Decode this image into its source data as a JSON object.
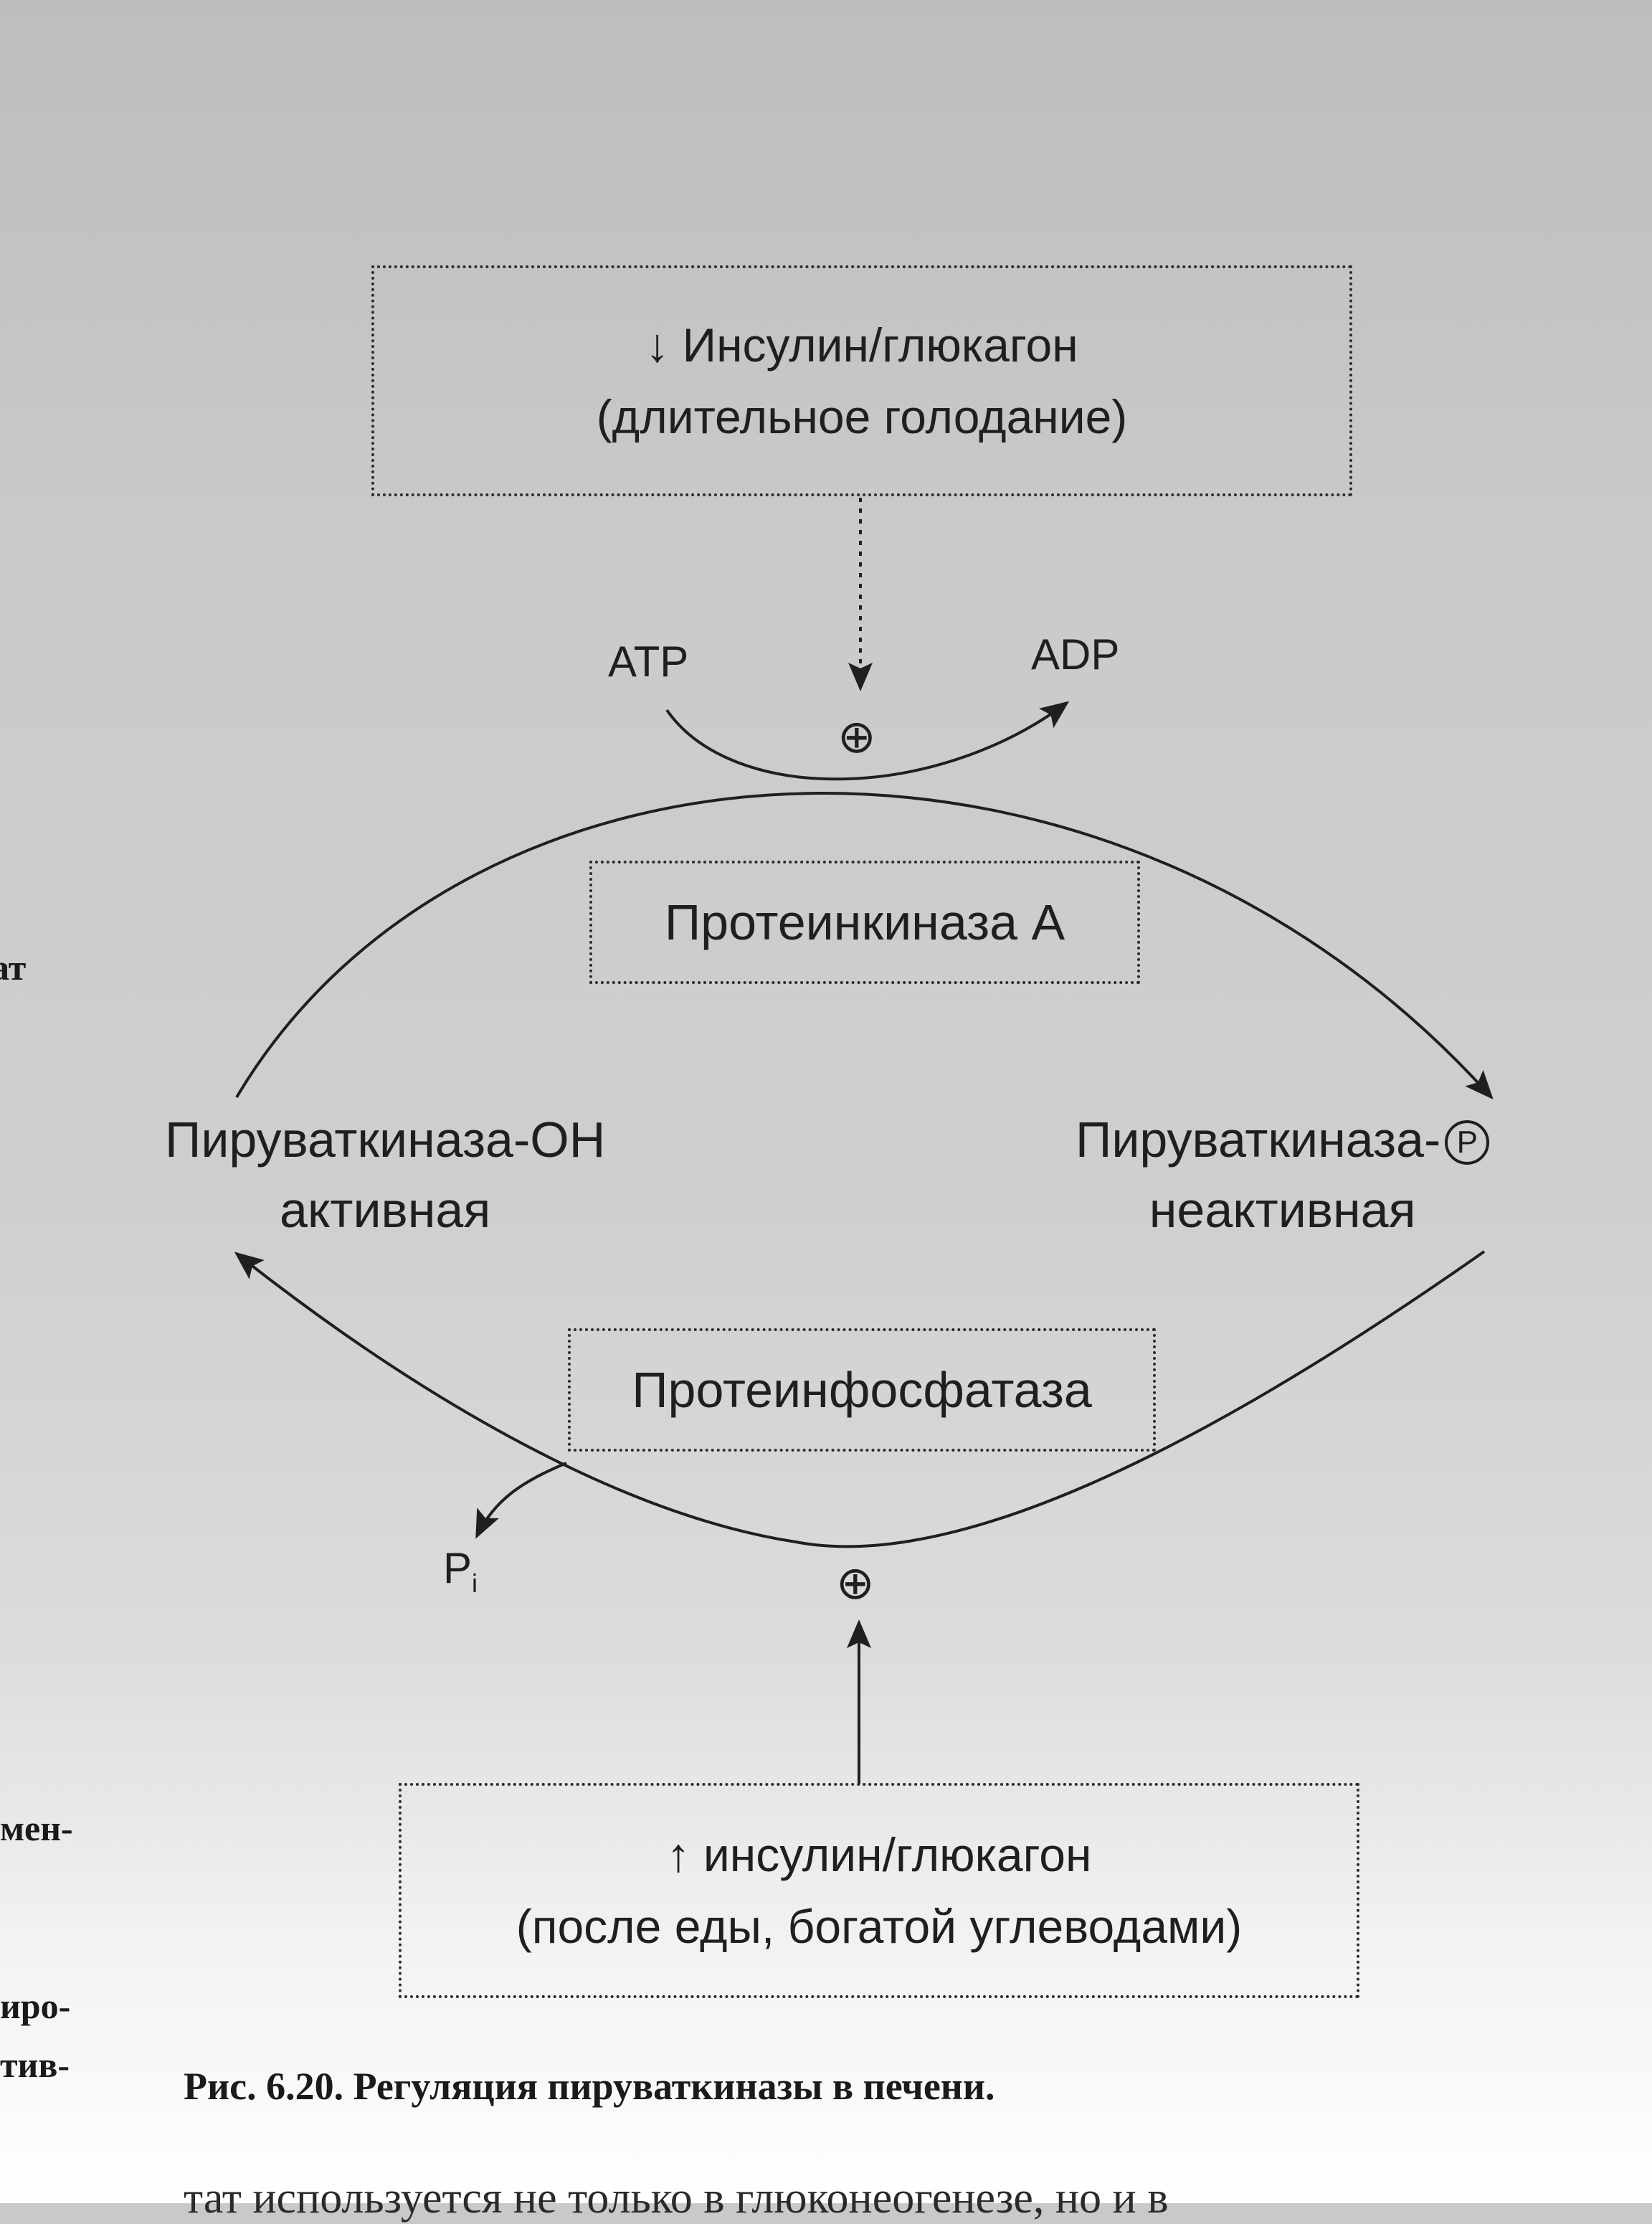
{
  "top_box": {
    "line1": "↓ Инсулин/глюкагон",
    "line2": "(длительное голодание)"
  },
  "bottom_box": {
    "line1": "↑ инсулин/глюкагон",
    "line2": "(после еды, богатой углеводами)"
  },
  "kinase_box": {
    "label": "Протеинкиназа А"
  },
  "phosphatase_box": {
    "label": "Протеинфосфатаза"
  },
  "atp": "ATP",
  "adp": "ADP",
  "pi": {
    "base": "P",
    "sub": "i"
  },
  "plus_symbol": "⊕",
  "left_state": {
    "line1": "Пируваткиназа-ОН",
    "line2": "активная"
  },
  "right_state": {
    "line1": "Пируваткиназа-",
    "phospho_mark": "P",
    "line2": "неактивная"
  },
  "caption": "Рис. 6.20. Регуляция пируваткиназы в печени.",
  "margin": {
    "t1": "ат",
    "t2": "мен-",
    "t3": "иро-",
    "t4": "тив-"
  },
  "bottom_text": "тат используется не только в глюконеогенезе, но и в"
}
